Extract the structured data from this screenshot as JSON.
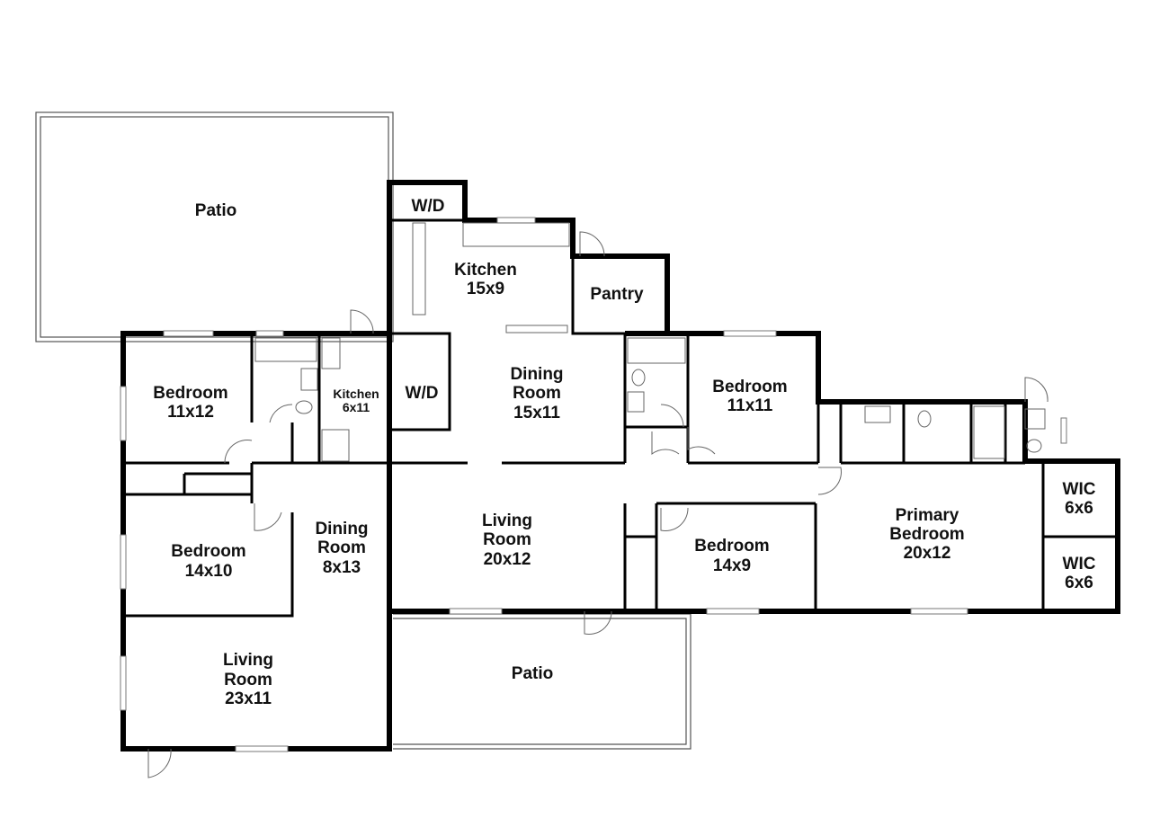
{
  "plan": {
    "rooms": [
      {
        "name": "Patio"
      },
      {
        "name": "W/D"
      },
      {
        "name": "Kitchen",
        "size": "15x9"
      },
      {
        "name": "Pantry"
      },
      {
        "name": "Dining Room",
        "name_lines": [
          "Dining",
          "Room"
        ],
        "size": "15x11"
      },
      {
        "name": "Bedroom",
        "size": "11x11"
      },
      {
        "name": "Bedroom",
        "size": "11x12"
      },
      {
        "name": "Kitchen",
        "size": "6x11"
      },
      {
        "name": "W/D"
      },
      {
        "name": "Dining Room",
        "name_lines": [
          "Dining",
          "Room"
        ],
        "size": "8x13"
      },
      {
        "name": "Bedroom",
        "size": "14x10"
      },
      {
        "name": "Living Room",
        "name_lines": [
          "Living",
          "Room"
        ],
        "size": "20x12"
      },
      {
        "name": "Bedroom",
        "size": "14x9"
      },
      {
        "name": "Primary Bedroom",
        "name_lines": [
          "Primary",
          "Bedroom"
        ],
        "size": "20x12"
      },
      {
        "name": "WIC",
        "size": "6x6"
      },
      {
        "name": "WIC",
        "size": "6x6"
      },
      {
        "name": "Living Room",
        "name_lines": [
          "Living",
          "Room"
        ],
        "size": "23x11"
      },
      {
        "name": "Patio"
      }
    ]
  }
}
